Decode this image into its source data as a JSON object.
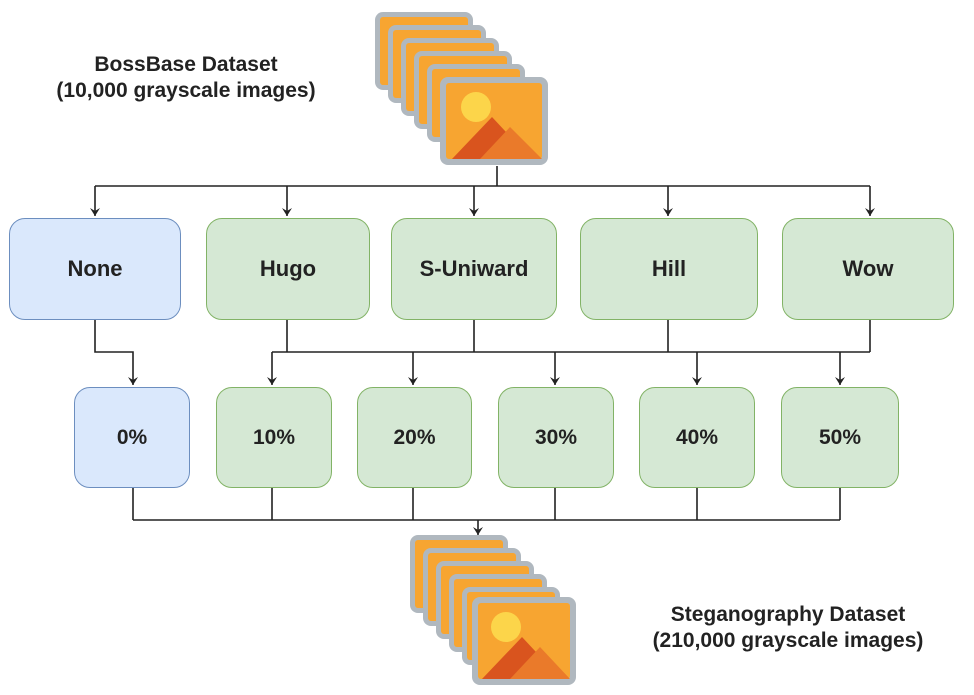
{
  "source_dataset": {
    "name": "BossBase Dataset",
    "description": "(10,000 grayscale images)"
  },
  "target_dataset": {
    "name": "Steganography Dataset",
    "description": "(210,000 grayscale images)"
  },
  "algorithms": [
    {
      "label": "None",
      "color": "#dae8fc"
    },
    {
      "label": "Hugo",
      "color": "#d5e8d4"
    },
    {
      "label": "S-Uniward",
      "color": "#d5e8d4"
    },
    {
      "label": "Hill",
      "color": "#d5e8d4"
    },
    {
      "label": "Wow",
      "color": "#d5e8d4"
    }
  ],
  "payloads": [
    {
      "label": "0%",
      "color": "#dae8fc"
    },
    {
      "label": "10%",
      "color": "#d5e8d4"
    },
    {
      "label": "20%",
      "color": "#d5e8d4"
    },
    {
      "label": "30%",
      "color": "#d5e8d4"
    },
    {
      "label": "40%",
      "color": "#d5e8d4"
    },
    {
      "label": "50%",
      "color": "#d5e8d4"
    }
  ],
  "icons": {
    "source": "image-stack-icon",
    "target": "image-stack-icon"
  },
  "colors": {
    "green_fill": "#d5e8d4",
    "green_stroke": "#82b366",
    "blue_fill": "#dae8fc",
    "blue_stroke": "#6c8ebf",
    "connector": "#222222"
  }
}
